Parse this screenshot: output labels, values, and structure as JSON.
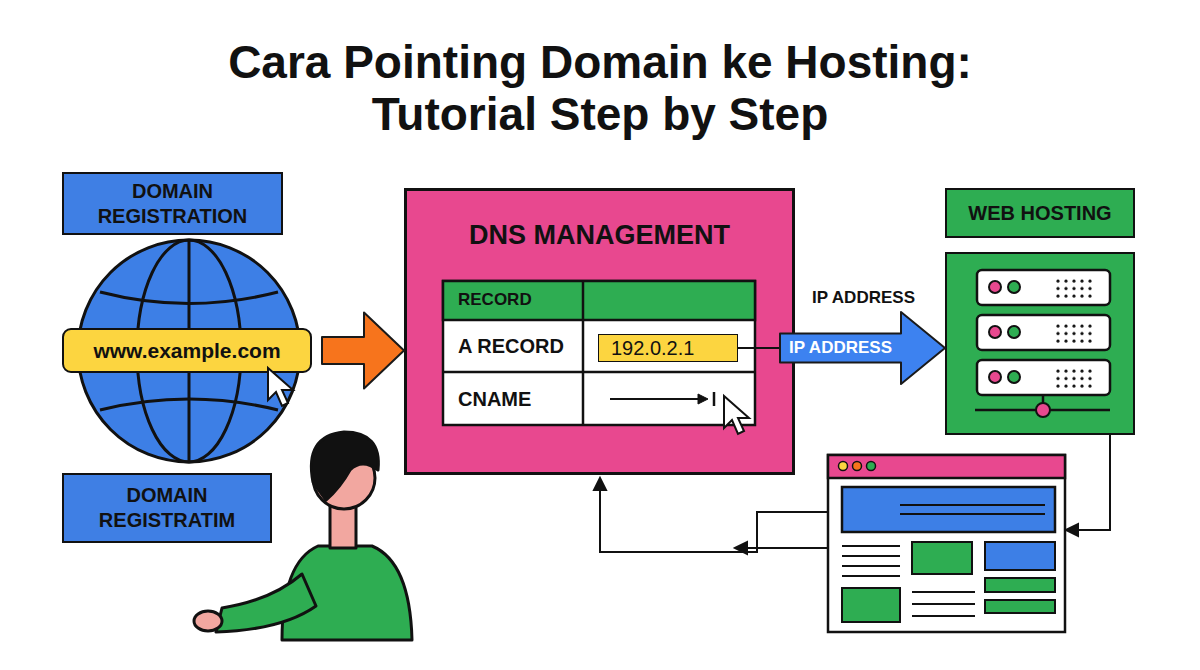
{
  "diagram": {
    "title": "Cara Pointing Domain ke Hosting: Tutorial Step by Step",
    "nodes": [
      {
        "text": [
          "DOMAIN REGISTRATION"
        ]
      },
      {
        "text": [
          "www.example.com"
        ]
      },
      {
        "text": [
          "DOMAIN REGISTRATIM"
        ]
      },
      {
        "text": [
          "DNS MANAGEMENT"
        ]
      },
      {
        "text": [
          "192.0.2.1"
        ],
        "in": 3
      },
      {
        "text": [
          "WEB HOSTING"
        ]
      }
    ],
    "edges": [
      {
        "from": 1,
        "to": 3,
        "arrow": "to"
      },
      {
        "from": 4,
        "to": 5,
        "label": "IP ADDRESS",
        "arrow": "to"
      }
    ],
    "labels": [
      "RECORD",
      "A RECORD",
      "CNAME",
      "IP ADDRESS"
    ]
  }
}
